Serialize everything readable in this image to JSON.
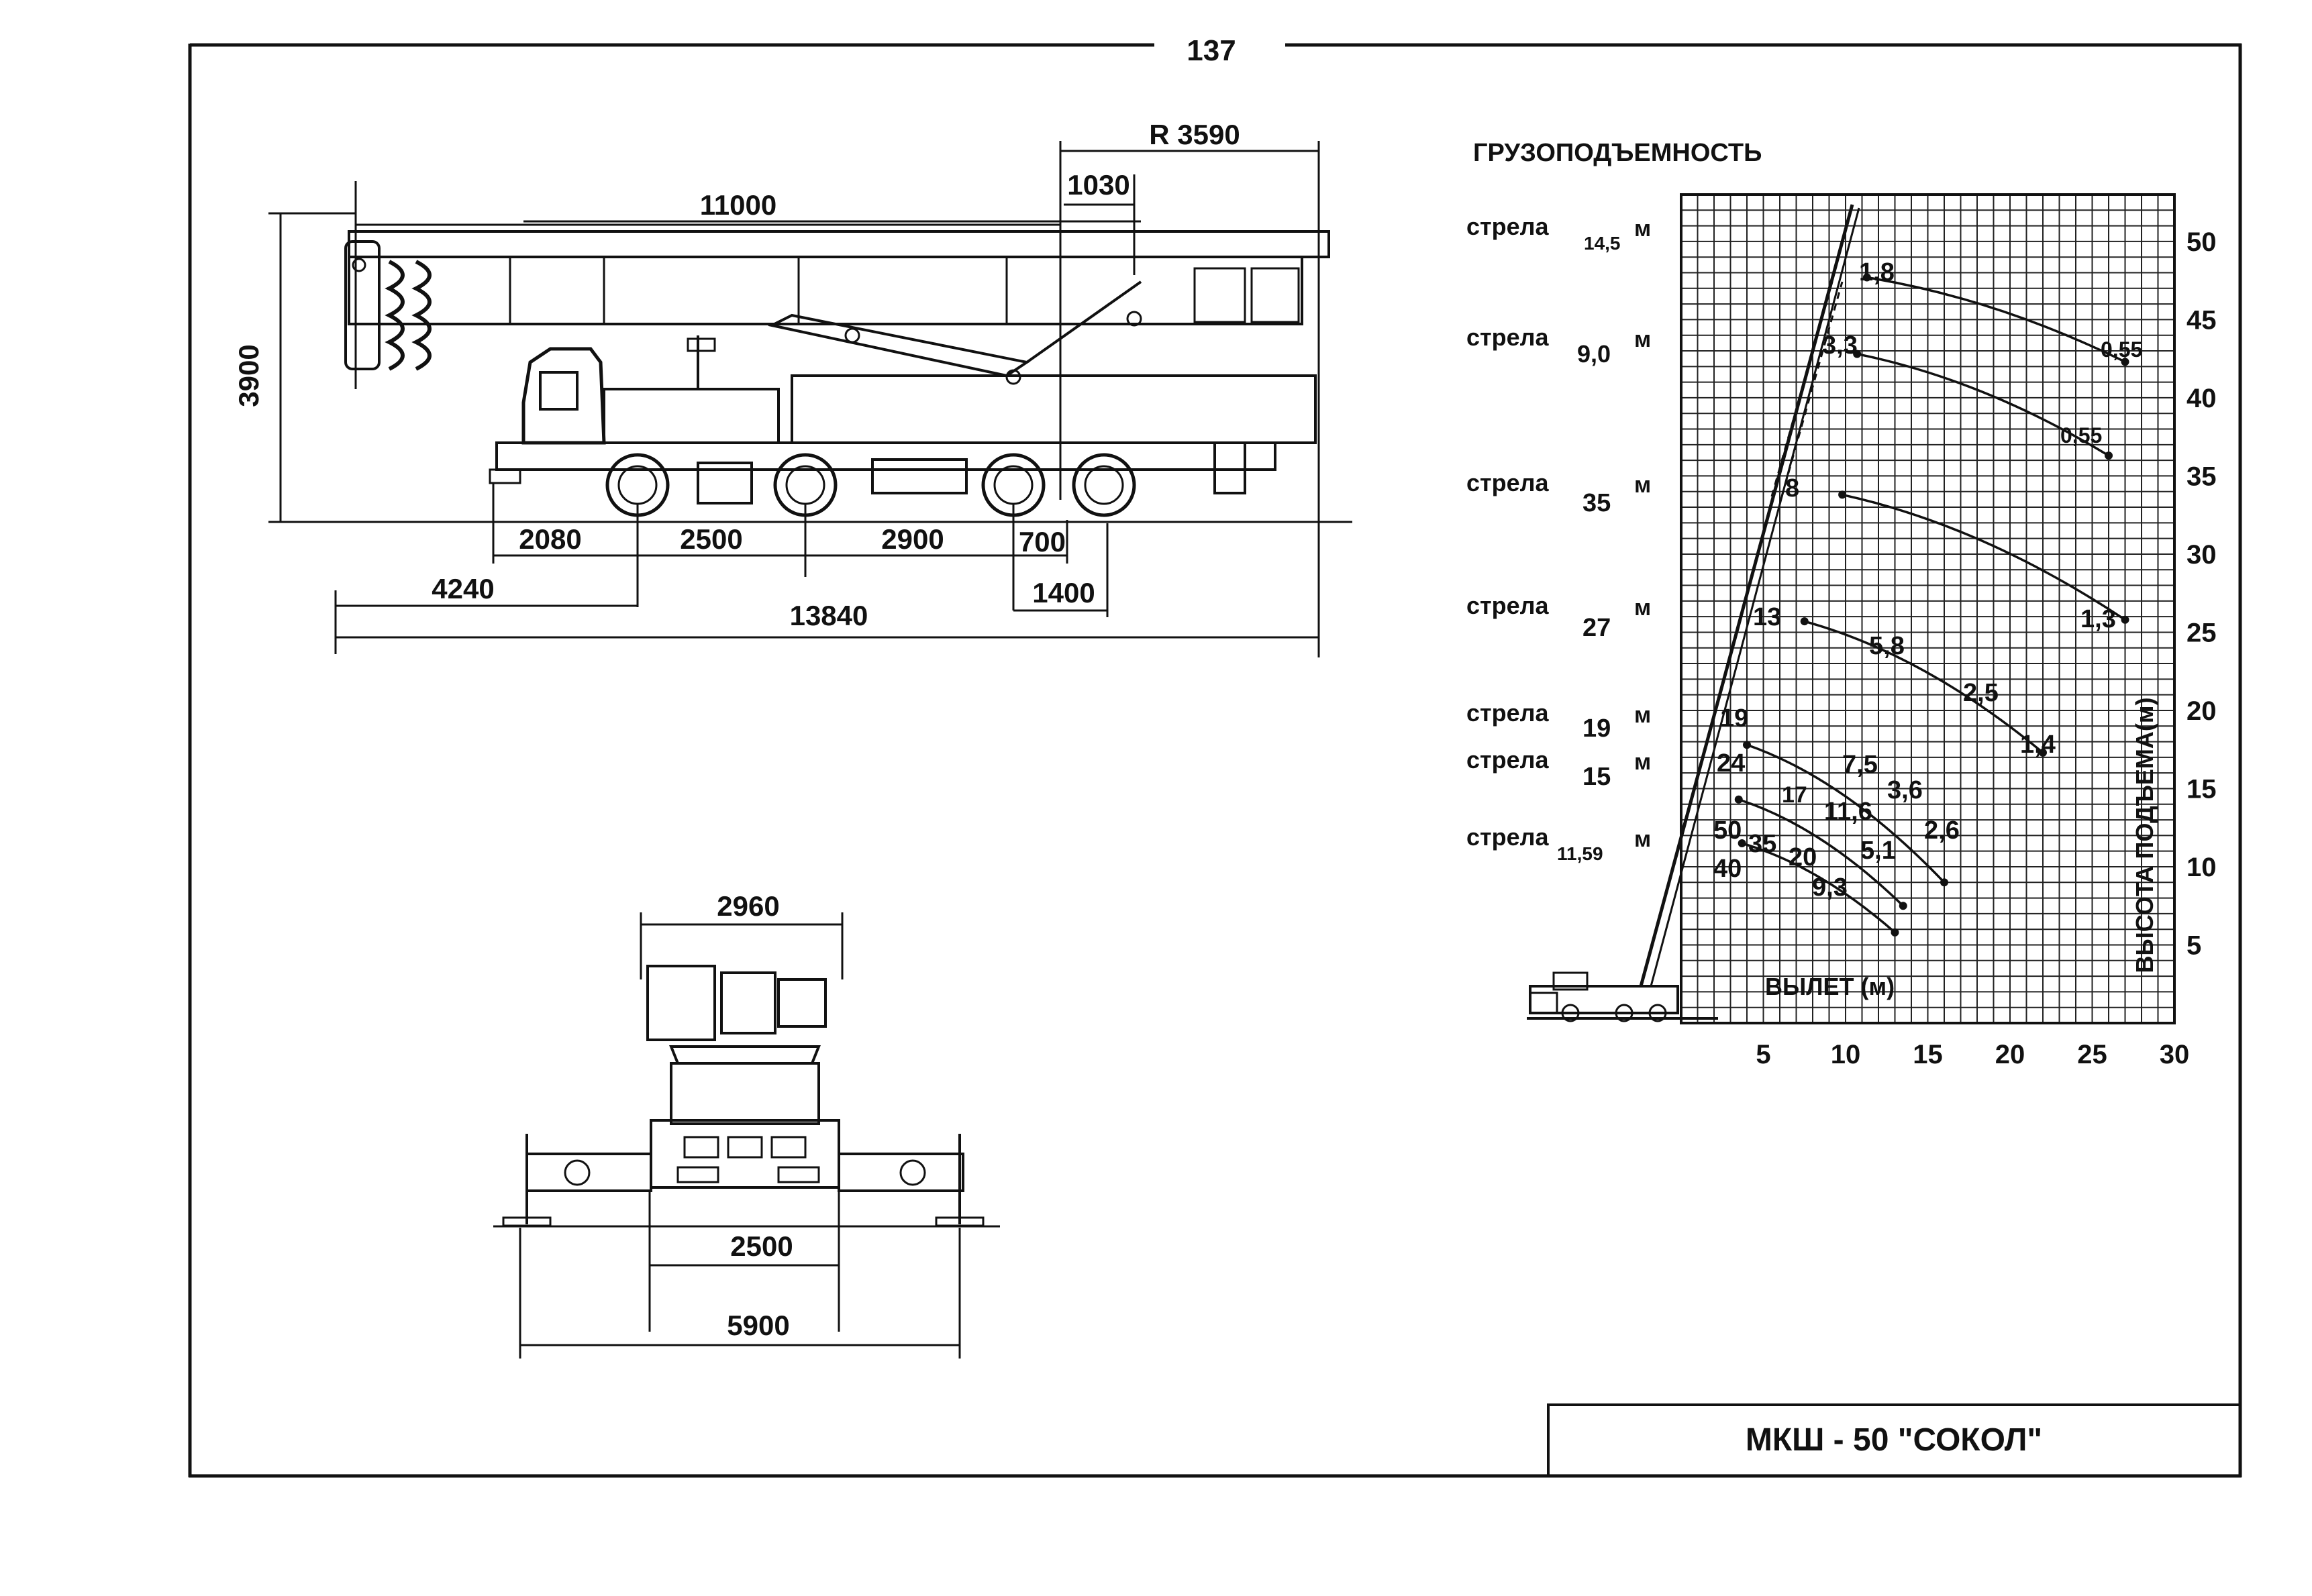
{
  "page_number": "137",
  "title_block": "МКШ - 50 \"СОКОЛ\"",
  "side_view": {
    "dims": {
      "radius": "R 3590",
      "boom_length": "11000",
      "overhang": "1030",
      "height": "3900",
      "axle_1_2": "2080",
      "axle_2_3": "2500",
      "axle_3_4": "2900",
      "axle_4_5": "700",
      "front_overhang": "4240",
      "rear_overhang": "1400",
      "total_length": "13840"
    }
  },
  "front_view": {
    "dims": {
      "cab_width": "2960",
      "track": "2500",
      "outrigger_span": "5900"
    }
  },
  "load_chart": {
    "title": "ГРУЗОПОДЪЕМНОСТЬ",
    "xlabel": "ВЫЛЕТ (м)",
    "ylabel": "ВЫСОТА ПОДЪЕМА(м)",
    "x_ticks": [
      "5",
      "10",
      "15",
      "20",
      "25",
      "30"
    ],
    "y_ticks": [
      "5",
      "10",
      "15",
      "20",
      "25",
      "30",
      "35",
      "40",
      "45",
      "50"
    ],
    "boom_labels": [
      {
        "word": "стрела",
        "length": "14,5",
        "unit": "м"
      },
      {
        "word": "стрела",
        "length": "9,0",
        "unit": "м"
      },
      {
        "word": "стрела",
        "length": "35",
        "unit": "м"
      },
      {
        "word": "стрела",
        "length": "27",
        "unit": "м"
      },
      {
        "word": "стрела",
        "length": "19",
        "unit": "м"
      },
      {
        "word": "стрела",
        "length": "15",
        "unit": "м"
      },
      {
        "word": "стрела",
        "length": "11,59",
        "unit": "м"
      }
    ],
    "capacity_labels": [
      "1,8",
      "0,55",
      "3,3",
      "0,55",
      "8",
      "1,3",
      "13",
      "5,8",
      "2,5",
      "1,4",
      "19",
      "7,5",
      "3,6",
      "2,6",
      "24",
      "17",
      "11,6",
      "5,1",
      "50",
      "35",
      "20",
      "40",
      "9,3"
    ]
  },
  "chart_data": {
    "type": "line",
    "title": "ГРУЗОПОДЪЕМНОСТЬ",
    "xlabel": "ВЫЛЕТ (м)",
    "ylabel": "ВЫСОТА ПОДЪЕМА(м)",
    "xlim": [
      0,
      30
    ],
    "ylim": [
      0,
      53
    ],
    "grid": true,
    "series": [
      {
        "name": "стрела 14,5 м",
        "points": [
          [
            11.3,
            47.7
          ],
          [
            27.0,
            42.3
          ]
        ]
      },
      {
        "name": "стрела 9,0 м",
        "points": [
          [
            10.7,
            42.8
          ],
          [
            26.0,
            36.3
          ]
        ]
      },
      {
        "name": "стрела 35 м",
        "points": [
          [
            9.8,
            33.8
          ],
          [
            27.0,
            25.8
          ]
        ]
      },
      {
        "name": "стрела 27 м",
        "points": [
          [
            7.5,
            25.7
          ],
          [
            22.0,
            17.3
          ]
        ]
      },
      {
        "name": "стрела 19 м",
        "points": [
          [
            4.0,
            17.8
          ],
          [
            16.0,
            9.0
          ]
        ]
      },
      {
        "name": "стрела 15 м",
        "points": [
          [
            3.5,
            14.3
          ],
          [
            13.5,
            7.5
          ]
        ]
      },
      {
        "name": "стрела 11,59 м",
        "points": [
          [
            3.7,
            11.5
          ],
          [
            13.0,
            5.8
          ]
        ]
      }
    ]
  }
}
